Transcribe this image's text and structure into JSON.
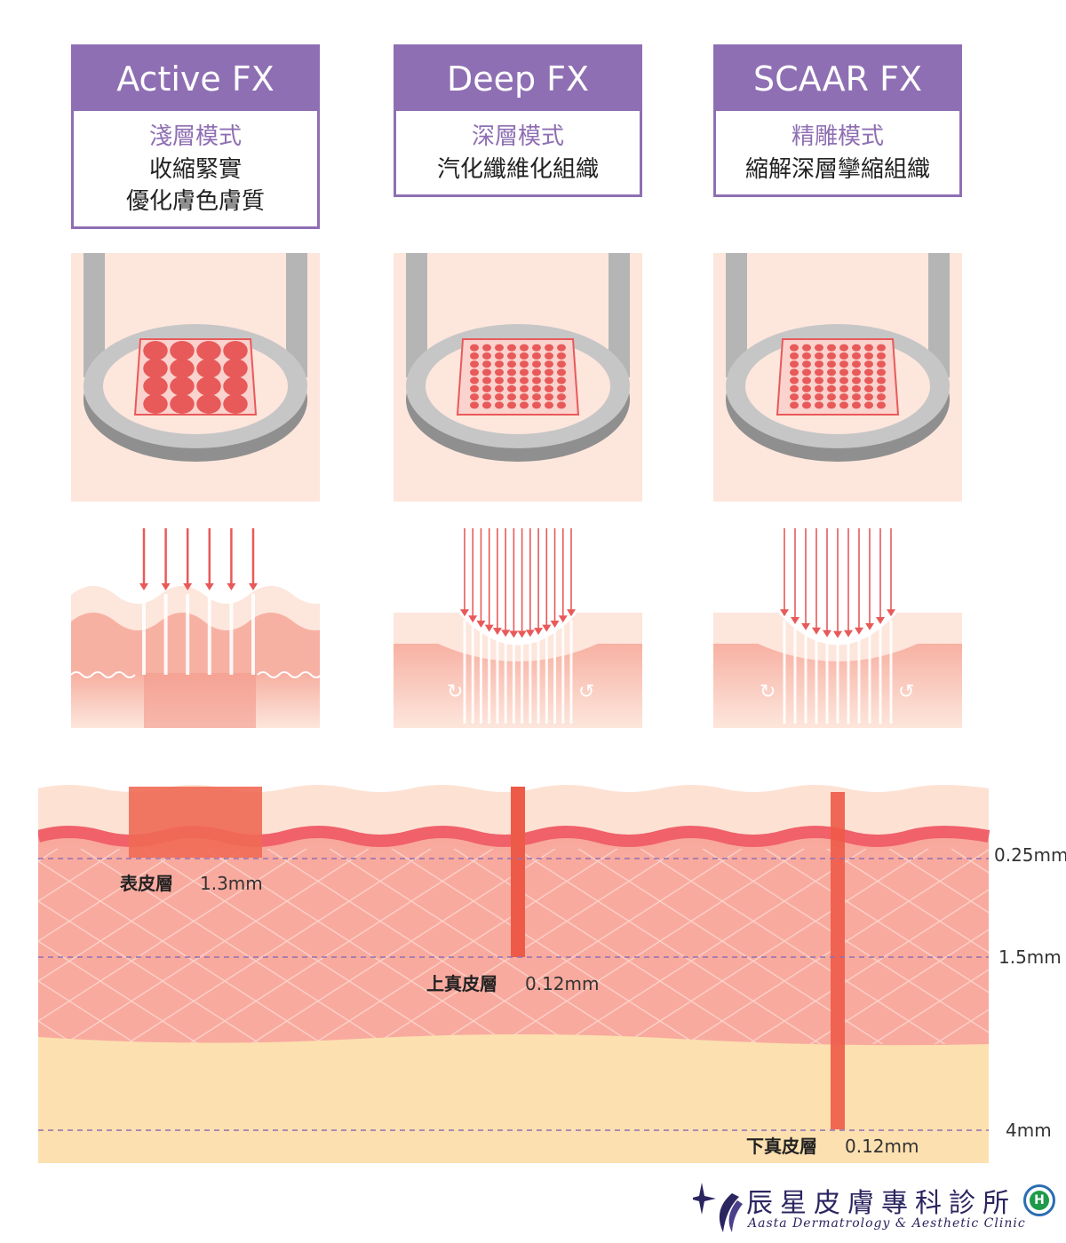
{
  "modes": [
    {
      "name": "Active FX",
      "subtitle": "淺層模式",
      "description": [
        "收縮緊實",
        "優化膚色膚質"
      ]
    },
    {
      "name": "Deep FX",
      "subtitle": "深層模式",
      "description": [
        "汽化纖維化組織"
      ]
    },
    {
      "name": "SCAAR FX",
      "subtitle": "精雕模式",
      "description": [
        "縮解深層攣縮組織"
      ]
    }
  ],
  "layers": {
    "epidermis": "表皮層",
    "epidermis_value": "1.3mm",
    "upper_dermis": "上真皮層",
    "upper_dermis_value": "0.12mm",
    "lower_dermis": "下真皮層",
    "lower_dermis_value": "0.12mm"
  },
  "depths": [
    "0.25mm",
    "1.5mm",
    "4mm"
  ],
  "clinic": {
    "name_cn": "辰星皮膚專科診所",
    "name_en": "Aasta Dermatrology & Aesthetic Clinic"
  },
  "colors": {
    "purple": "#8f6fb3",
    "skin_light": "#fde6dc",
    "laser_red": "#e85a5a",
    "dermis": "#f9a89c",
    "fat": "#fde0b0"
  }
}
